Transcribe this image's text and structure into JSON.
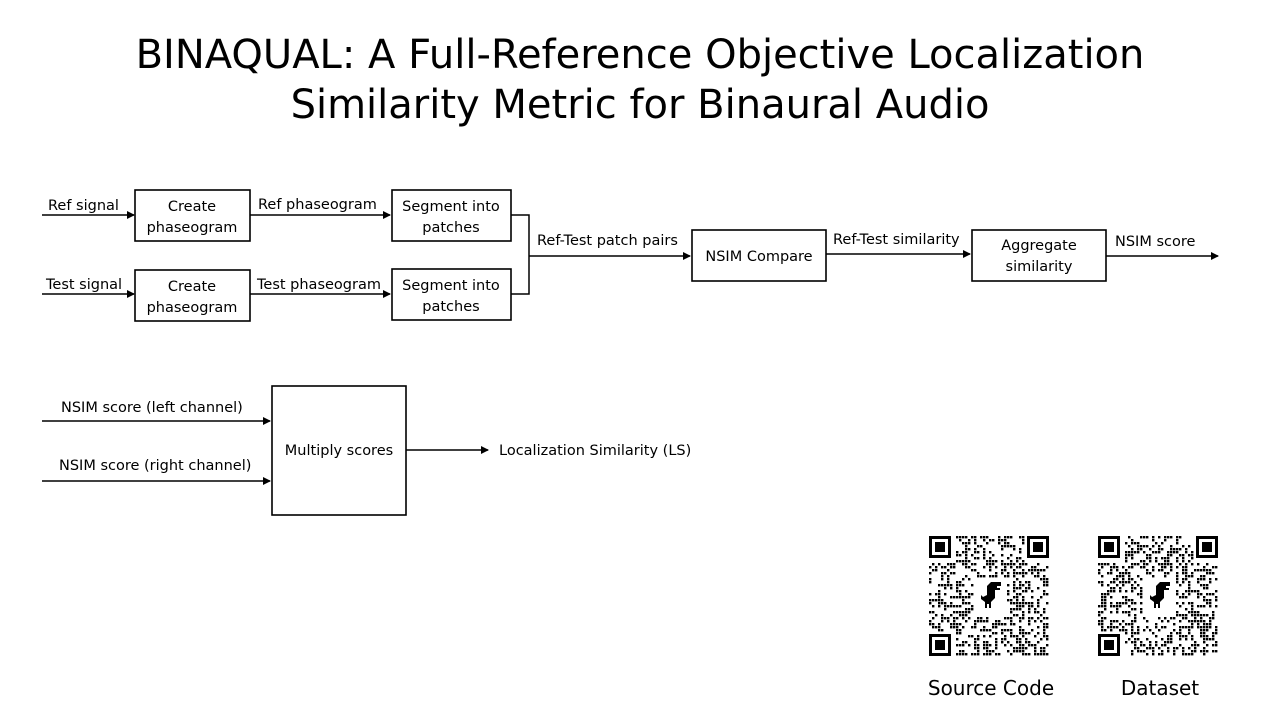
{
  "title": {
    "line1": "BINAQUAL: A Full-Reference Objective Localization",
    "line2": "Similarity Metric for Binaural Audio"
  },
  "pipeline": {
    "ref_signal": "Ref signal",
    "test_signal": "Test signal",
    "create_phaseogram_line1": "Create",
    "create_phaseogram_line2": "phaseogram",
    "ref_phaseogram": "Ref phaseogram",
    "test_phaseogram": "Test phaseogram",
    "segment_line1": "Segment into",
    "segment_line2": "patches",
    "patch_pairs": "Ref-Test patch pairs",
    "nsim_compare": "NSIM Compare",
    "ref_test_similarity": "Ref-Test similarity",
    "aggregate_line1": "Aggregate",
    "aggregate_line2": "similarity",
    "nsim_score": "NSIM score"
  },
  "combine": {
    "left_input": "NSIM score (left channel)",
    "right_input": "NSIM score (right channel)",
    "multiply": "Multiply scores",
    "output": "Localization Similarity (LS)"
  },
  "qr_codes": [
    {
      "label": "Source Code",
      "icon": "qr-code-icon"
    },
    {
      "label": "Dataset",
      "icon": "qr-code-icon"
    }
  ]
}
